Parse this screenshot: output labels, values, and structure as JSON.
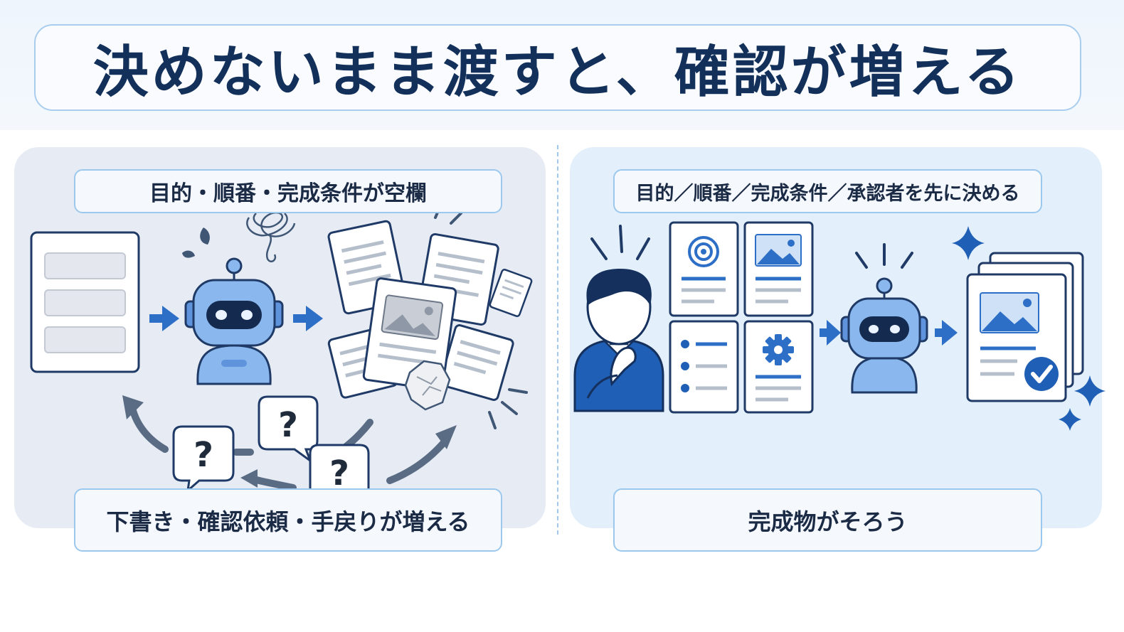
{
  "header": {
    "title": "決めないまま渡すと、確認が増える"
  },
  "left_panel": {
    "top_label": "目的・順番・完成条件が空欄",
    "bottom_label": "下書き・確認依頼・手戻りが増える",
    "question_marks": [
      "?",
      "?",
      "?"
    ]
  },
  "right_panel": {
    "top_label": "目的／順番／完成条件／承認者を先に決める",
    "bottom_label": "完成物がそろう"
  },
  "colors": {
    "navy": "#12305a",
    "blue": "#2d6fc6",
    "light_blue": "#8ab8ee",
    "panel_left": "#e7ecf4",
    "panel_right": "#e3f0fb"
  },
  "icons": [
    "blank-form-icon",
    "robot-icon",
    "messy-documents-icon",
    "question-bubble-icon",
    "thinking-person-icon",
    "target-icon",
    "image-icon",
    "list-icon",
    "gear-icon",
    "finished-document-icon",
    "checkmark-icon",
    "sparkle-icon"
  ]
}
